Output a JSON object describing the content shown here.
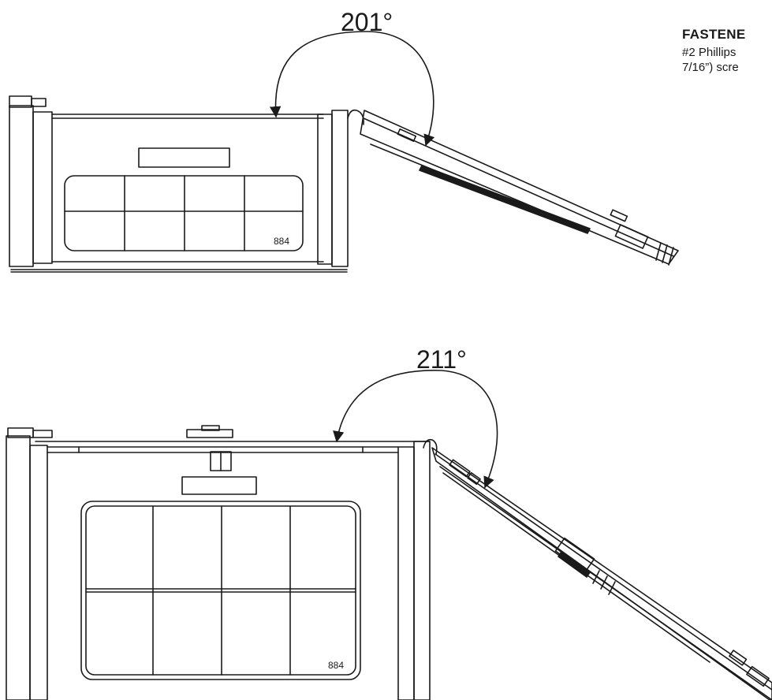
{
  "fasteners": {
    "title": "FASTENE",
    "lines": [
      "#2 Phillips",
      "7/16”) scre"
    ]
  },
  "views": [
    {
      "angle_label": "201°",
      "model_label": "884"
    },
    {
      "angle_label": "211°",
      "model_label": "884"
    }
  ],
  "colors": {
    "stroke": "#1a1a1a",
    "background": "#ffffff"
  }
}
